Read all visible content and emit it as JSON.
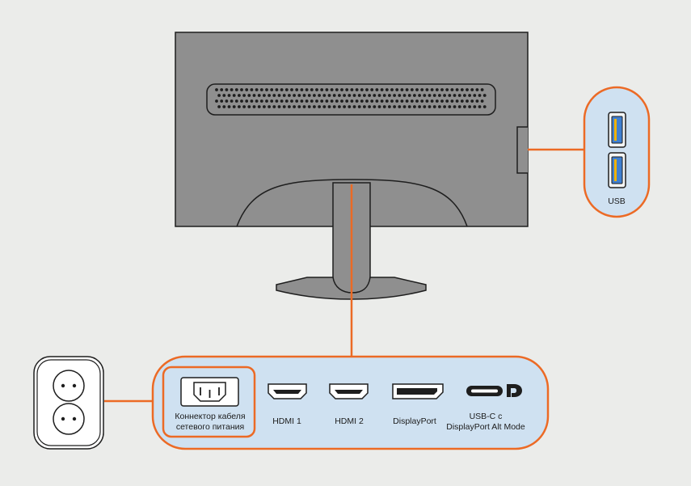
{
  "colors": {
    "background": "#ebecea",
    "monitor_body": "#8f8f8f",
    "outline": "#1e1e1e",
    "callout_fill": "#cfe1f1",
    "callout_border": "#ec6a25",
    "usb_port_blue": "#3f7fd0",
    "usb_contacts": "#f0b100",
    "socket_fill": "#ffffff"
  },
  "icons": {
    "monitor": "monitor-back-icon",
    "usb": "usb-port-icon",
    "power": "iec-power-connector-icon",
    "hdmi": "hdmi-port-icon",
    "displayport": "displayport-port-icon",
    "usbc": "usb-c-port-icon",
    "dp_logo": "displayport-logo-icon",
    "outlet": "wall-outlet-icon"
  },
  "usb_panel": {
    "label": "USB"
  },
  "ports_panel": {
    "power_label": "Коннектор кабеля\nсетевого питания",
    "hdmi1_label": "HDMI 1",
    "hdmi2_label": "HDMI 2",
    "displayport_label": "DisplayPort",
    "usbc_label": "USB-C с\nDisplayPort Alt Mode"
  }
}
